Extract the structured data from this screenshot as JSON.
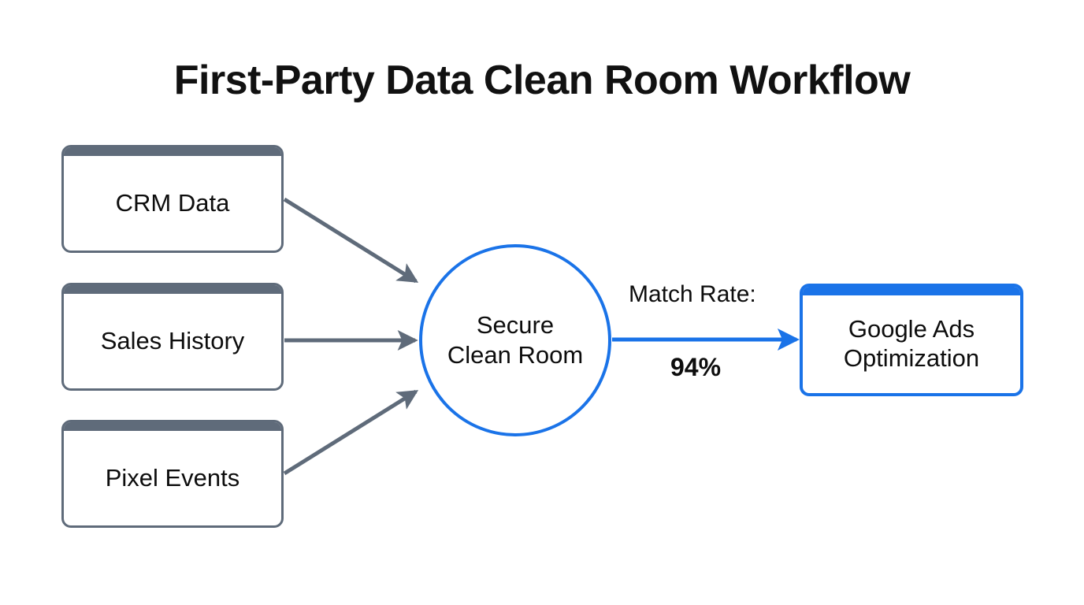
{
  "diagram": {
    "title": "First-Party Data Clean Room Workflow",
    "background_color": "#ffffff",
    "colors": {
      "source_node_border": "#5f6b7a",
      "source_node_header": "#5f6b7a",
      "source_arrow": "#5f6b7a",
      "accent_blue": "#1a73e8",
      "text": "#0d0d0d"
    },
    "sources": [
      {
        "id": "crm",
        "label": "CRM Data"
      },
      {
        "id": "sales",
        "label": "Sales History"
      },
      {
        "id": "pixel",
        "label": "Pixel Events"
      }
    ],
    "process": {
      "id": "clean-room",
      "label": "Secure\nClean Room",
      "shape": "circle"
    },
    "output": {
      "id": "google-ads",
      "label": "Google Ads\nOptimization",
      "shape": "rounded-rect"
    },
    "edges": [
      {
        "from": "crm",
        "to": "clean-room",
        "color": "#5f6b7a",
        "label": ""
      },
      {
        "from": "sales",
        "to": "clean-room",
        "color": "#5f6b7a",
        "label": ""
      },
      {
        "from": "pixel",
        "to": "clean-room",
        "color": "#5f6b7a",
        "label": ""
      },
      {
        "from": "clean-room",
        "to": "google-ads",
        "color": "#1a73e8",
        "label_above": "Match Rate:",
        "label_below": "94%"
      }
    ],
    "metrics": {
      "match_rate_label": "Match Rate:",
      "match_rate_value": "94%"
    }
  }
}
